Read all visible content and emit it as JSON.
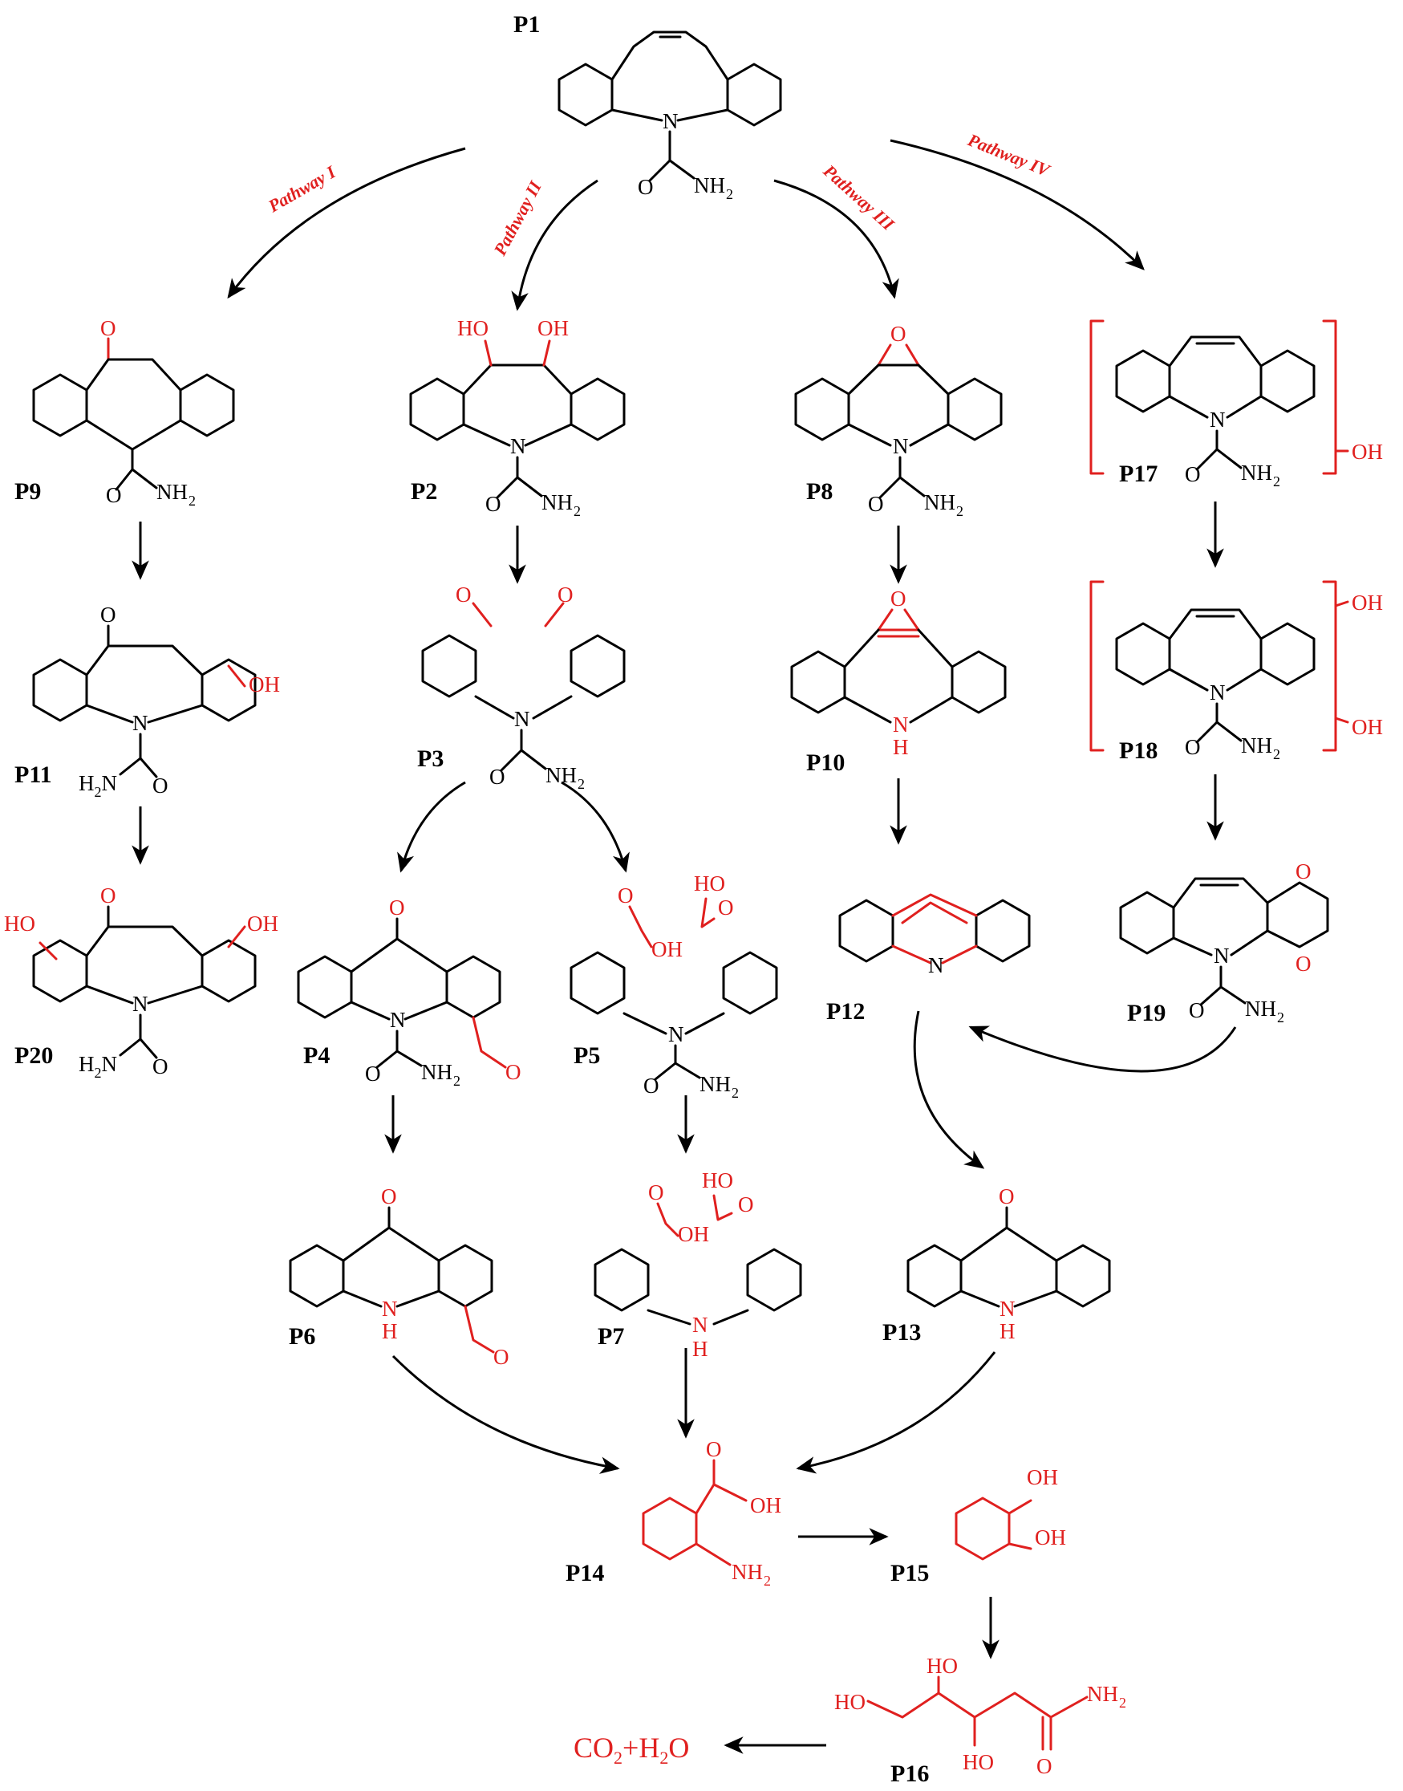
{
  "diagram": {
    "colors": {
      "ink": "#000000",
      "highlight": "#e0201f",
      "background": "#ffffff"
    },
    "pathways": [
      {
        "id": "I",
        "label": "Pathway I"
      },
      {
        "id": "II",
        "label": "Pathway II"
      },
      {
        "id": "III",
        "label": "Pathway III"
      },
      {
        "id": "IV",
        "label": "Pathway IV"
      }
    ],
    "compounds": [
      {
        "id": "P1",
        "label": "P1"
      },
      {
        "id": "P2",
        "label": "P2"
      },
      {
        "id": "P3",
        "label": "P3"
      },
      {
        "id": "P4",
        "label": "P4"
      },
      {
        "id": "P5",
        "label": "P5"
      },
      {
        "id": "P6",
        "label": "P6"
      },
      {
        "id": "P7",
        "label": "P7"
      },
      {
        "id": "P8",
        "label": "P8"
      },
      {
        "id": "P9",
        "label": "P9"
      },
      {
        "id": "P10",
        "label": "P10"
      },
      {
        "id": "P11",
        "label": "P11"
      },
      {
        "id": "P12",
        "label": "P12"
      },
      {
        "id": "P13",
        "label": "P13"
      },
      {
        "id": "P14",
        "label": "P14"
      },
      {
        "id": "P15",
        "label": "P15"
      },
      {
        "id": "P16",
        "label": "P16"
      },
      {
        "id": "P17",
        "label": "P17"
      },
      {
        "id": "P18",
        "label": "P18"
      },
      {
        "id": "P19",
        "label": "P19"
      },
      {
        "id": "P20",
        "label": "P20"
      }
    ],
    "atoms": {
      "N": "N",
      "O": "O",
      "OH": "OH",
      "HO": "HO",
      "NH": "N",
      "H": "H",
      "NH2": "NH",
      "H2N": "H",
      "sub2": "2",
      "N_label": "N"
    },
    "final_product": {
      "co2": "CO",
      "sub": "2",
      "plus": "+H",
      "sub2": "2",
      "o": "O"
    },
    "edges": [
      {
        "from": "P1",
        "to": "P9",
        "pathway": "I"
      },
      {
        "from": "P1",
        "to": "P2",
        "pathway": "II"
      },
      {
        "from": "P1",
        "to": "P8",
        "pathway": "III"
      },
      {
        "from": "P1",
        "to": "P17",
        "pathway": "IV"
      },
      {
        "from": "P9",
        "to": "P11"
      },
      {
        "from": "P11",
        "to": "P20"
      },
      {
        "from": "P2",
        "to": "P3"
      },
      {
        "from": "P3",
        "to": "P4"
      },
      {
        "from": "P3",
        "to": "P5"
      },
      {
        "from": "P4",
        "to": "P6"
      },
      {
        "from": "P5",
        "to": "P7"
      },
      {
        "from": "P8",
        "to": "P10"
      },
      {
        "from": "P10",
        "to": "P12"
      },
      {
        "from": "P12",
        "to": "P13"
      },
      {
        "from": "P17",
        "to": "P18"
      },
      {
        "from": "P18",
        "to": "P19"
      },
      {
        "from": "P19",
        "to": "P12"
      },
      {
        "from": "P6",
        "to": "P14"
      },
      {
        "from": "P7",
        "to": "P14"
      },
      {
        "from": "P13",
        "to": "P14"
      },
      {
        "from": "P14",
        "to": "P15"
      },
      {
        "from": "P15",
        "to": "P16"
      },
      {
        "from": "P16",
        "to": "CO2+H2O"
      }
    ]
  }
}
